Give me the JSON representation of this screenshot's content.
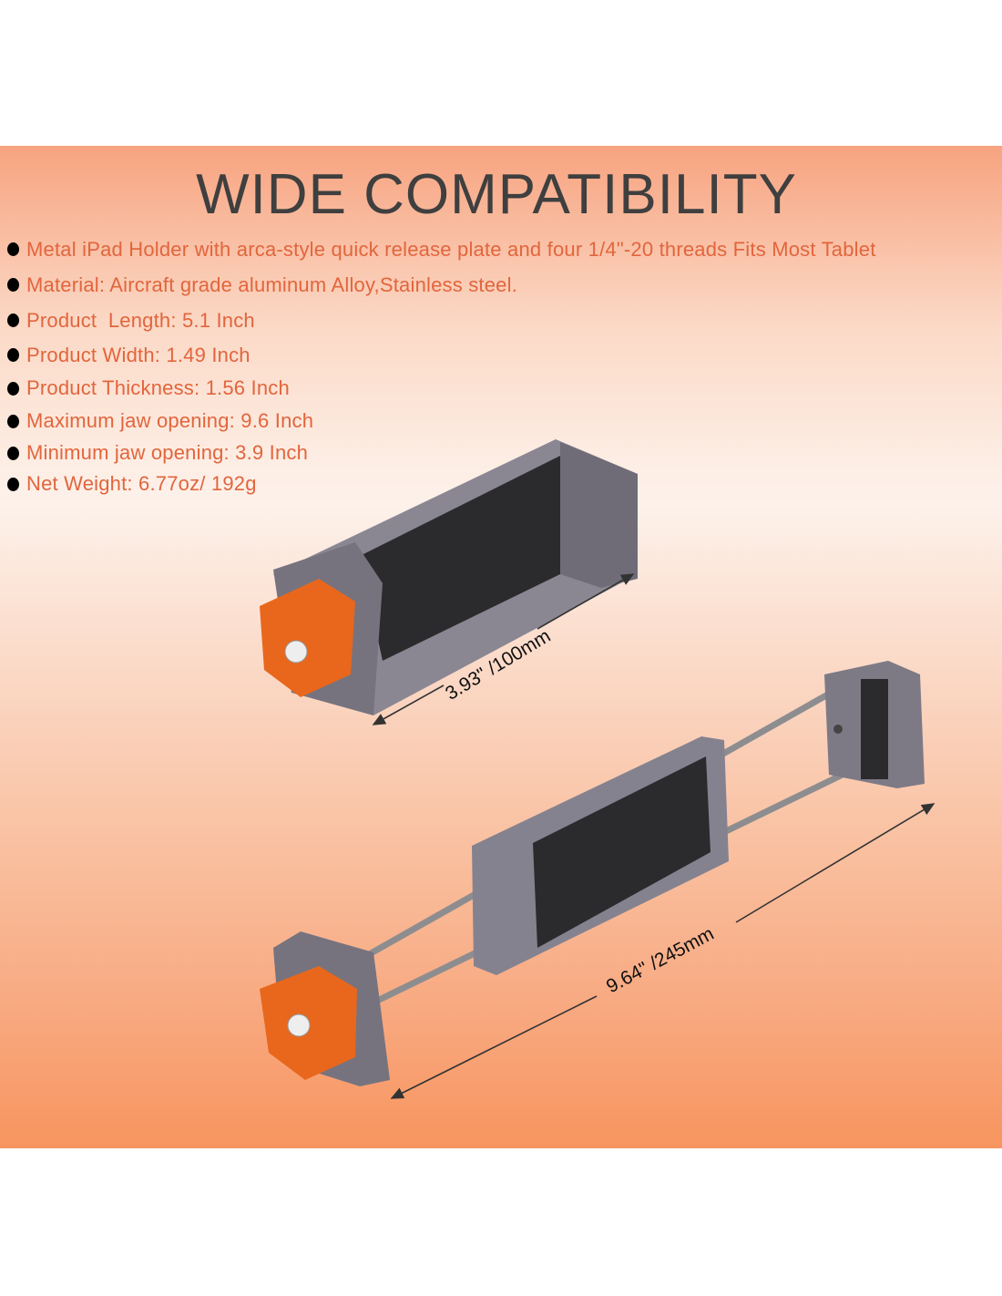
{
  "title": "WIDE COMPATIBILITY",
  "specs": [
    "Metal iPad Holder with arca-style quick release plate and four 1/4\"-20 threads Fits Most Tablet",
    "Material: Aircraft grade aluminum Alloy,Stainless steel.",
    "Product  Length: 5.1 Inch",
    "Product Width: 1.49 Inch",
    "Product Thickness: 1.56 Inch",
    "Maximum jaw opening: 9.6 Inch",
    "Minimum jaw opening: 3.9 Inch",
    "Net Weight: 6.77oz/ 192g"
  ],
  "dimensions": {
    "min_opening": "3.93\" /100mm",
    "max_opening": "9.64\" /245mm"
  },
  "colors": {
    "accent": "#e2653d",
    "title": "#3f3f3f",
    "knob": "#e8671c",
    "body": "#7d7a86",
    "pad": "#2a2a2c"
  }
}
